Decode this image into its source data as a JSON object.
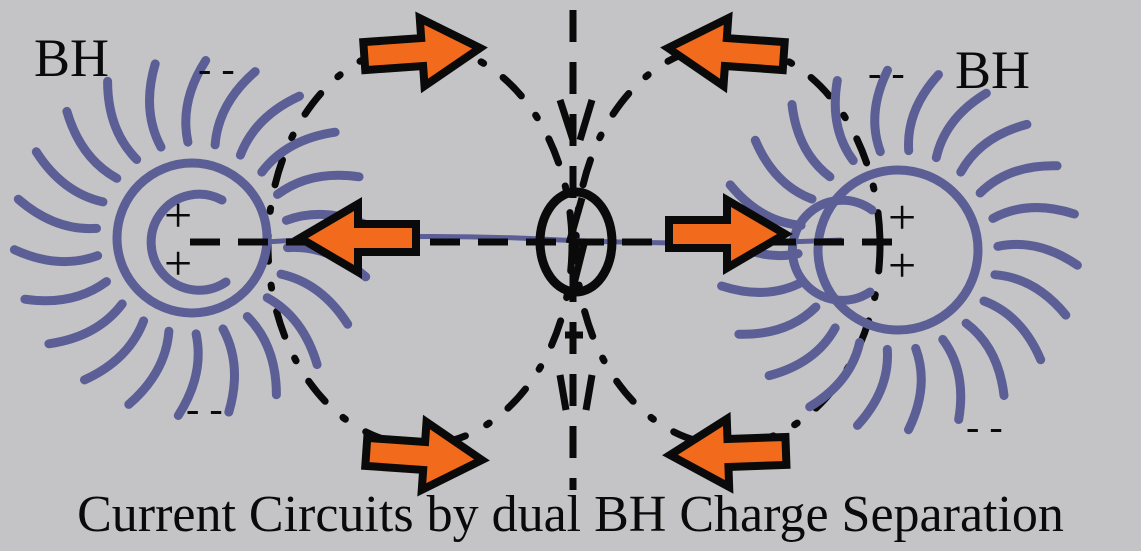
{
  "labels": {
    "left_bh": "BH",
    "right_bh": "BH",
    "plus": "+",
    "minus_pair": "- -",
    "caption": "Current Circuits by dual BH Charge Separation"
  },
  "colors": {
    "background": "#c4c4c7",
    "ray_stroke": "#5c5f96",
    "arrow_fill": "#f26a1b",
    "line_stroke": "#0a0a0a"
  },
  "icons": {
    "arrow": "orange-arrow-icon",
    "hub": "lightning-circle-icon",
    "black_hole": "radiating-sun-icon"
  }
}
